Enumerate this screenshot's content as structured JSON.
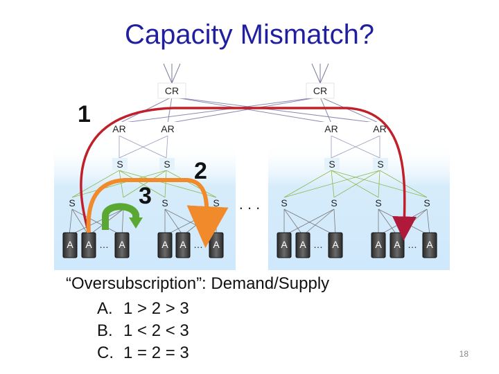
{
  "title": "Capacity Mismatch?",
  "diagram": {
    "core_label": "CR",
    "agg_label": "AR",
    "switch_label": "S",
    "server_label": "A",
    "ellipsis_small": "…",
    "ellipsis_gap": ". . .",
    "marker_1": "1",
    "marker_2": "2",
    "marker_3": "3",
    "colors": {
      "red": "#c0202a",
      "orange": "#f08a2a",
      "green": "#5aa832",
      "pod_bg": "#d6ecfb"
    }
  },
  "question": "“Oversubscription”:  Demand/Supply",
  "options": [
    {
      "letter": "A.",
      "text": "1 > 2 > 3"
    },
    {
      "letter": "B.",
      "text": "1 < 2 < 3"
    },
    {
      "letter": "C.",
      "text": "1 = 2 = 3"
    }
  ],
  "page_number": "18"
}
